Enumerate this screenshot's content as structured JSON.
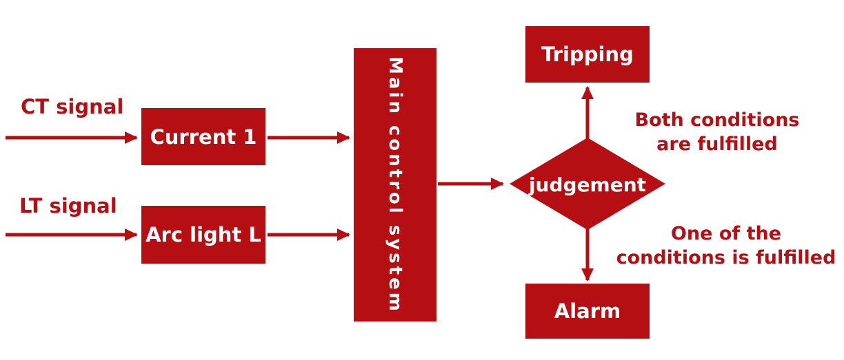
{
  "colors": {
    "accent": "#b50e13",
    "box_text": "#ffffff",
    "background": "#ffffff"
  },
  "diagram": {
    "inputs": [
      {
        "label": "CT signal",
        "box": "Current 1"
      },
      {
        "label": "LT signal",
        "box": "Arc light L"
      }
    ],
    "main_box": "Main control system",
    "decision": "judgement",
    "outputs": {
      "top_box": "Tripping",
      "bottom_box": "Alarm"
    },
    "notes": {
      "top": {
        "line1": "Both conditions",
        "line2": "are fulfilled"
      },
      "bottom": {
        "line1": "One of the",
        "line2": "conditions is fulfilled"
      }
    }
  }
}
